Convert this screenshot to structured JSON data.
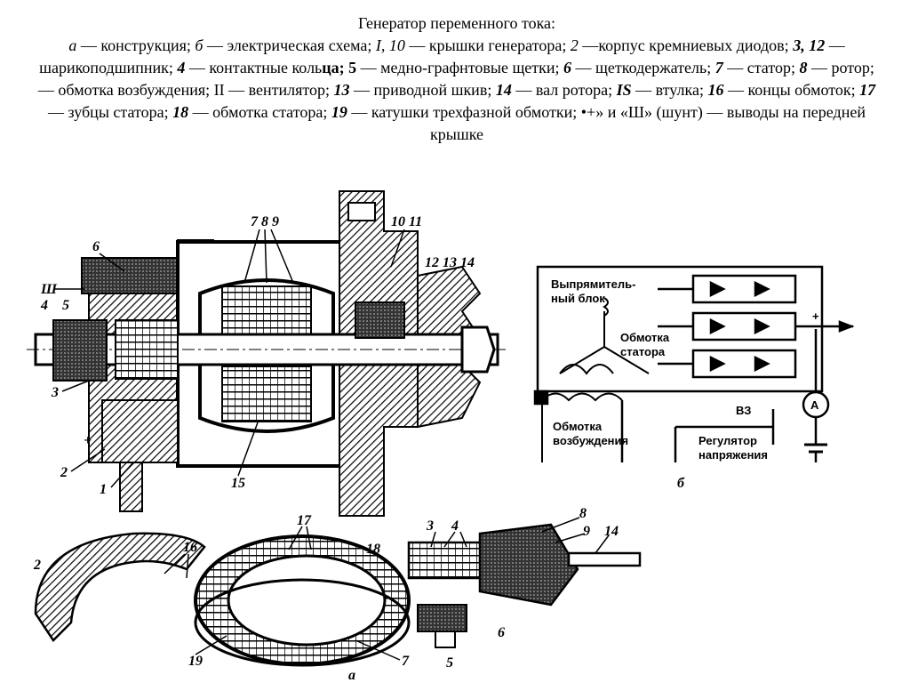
{
  "caption": {
    "title": "Генератор переменного тока:",
    "parts": [
      {
        "t": "а",
        "s": "it"
      },
      {
        "t": " — конструкция; "
      },
      {
        "t": "б",
        "s": "it"
      },
      {
        "t": " — электрическая схема; "
      },
      {
        "t": "I, 10",
        "s": "it"
      },
      {
        "t": " — крышки генератора; "
      },
      {
        "t": "2",
        "s": "it"
      },
      {
        "t": " —корпус кремниевых диодов; "
      },
      {
        "t": "3, 12",
        "s": "b it"
      },
      {
        "t": " — шарикоподшипник; "
      },
      {
        "t": "4",
        "s": "b it"
      },
      {
        "t": " — контактные коль"
      },
      {
        "t": "ца;",
        "s": "b"
      },
      {
        "t": " "
      },
      {
        "t": "5",
        "s": "b"
      },
      {
        "t": " — медно-графнтовые щетки; "
      },
      {
        "t": "6",
        "s": "b it"
      },
      {
        "t": " — щеткодержатель; "
      },
      {
        "t": "7",
        "s": "b it"
      },
      {
        "t": " — статор; "
      },
      {
        "t": "8",
        "s": "b it"
      },
      {
        "t": " — ротор; — обмотка возбуждения; II — вентилятор; "
      },
      {
        "t": "13",
        "s": "b it"
      },
      {
        "t": " — приводной шкив; "
      },
      {
        "t": "14",
        "s": "b it"
      },
      {
        "t": " — вал ротора; "
      },
      {
        "t": "IS",
        "s": "b it"
      },
      {
        "t": " — втулка; "
      },
      {
        "t": "16",
        "s": "b it"
      },
      {
        "t": " — концы обмоток; "
      },
      {
        "t": "17",
        "s": "b it"
      },
      {
        "t": " — зубцы статора; "
      },
      {
        "t": "18",
        "s": "b it"
      },
      {
        "t": " — обмотка статора; "
      },
      {
        "t": "19",
        "s": "b it"
      },
      {
        "t": " — катушки трехфазной обмотки; •+» и «Ш» (шунт) — выводы на передней крышке"
      }
    ]
  },
  "labels_a": {
    "l6": "6",
    "lSh": "Ш",
    "l4": "4",
    "l5": "5",
    "l3": "3",
    "lplus": "+",
    "l2": "2",
    "l1": "1",
    "l789": "7 8 9",
    "l1011": "10 11",
    "l121314": "12 13 14",
    "l15": "15"
  },
  "labels_exploded": {
    "l2": "2",
    "l16": "16",
    "l17": "17",
    "l18": "18",
    "l19": "19",
    "l7": "7",
    "l3": "3",
    "l4": "4",
    "l8": "8",
    "l9": "9",
    "l14": "14",
    "l6": "6",
    "l5": "5",
    "la": "а"
  },
  "schematic": {
    "rectifier": "Выпрямитель-",
    "rectifier2": "ный блок",
    "stator": "Обмотка",
    "stator2": "статора",
    "excitation": "Обмотка",
    "excitation2": "возбуждения",
    "regulator": "Регулятор",
    "regulator2": "напряжения",
    "vz": "ВЗ",
    "ammeter": "А",
    "plus": "+",
    "sub": "б"
  }
}
